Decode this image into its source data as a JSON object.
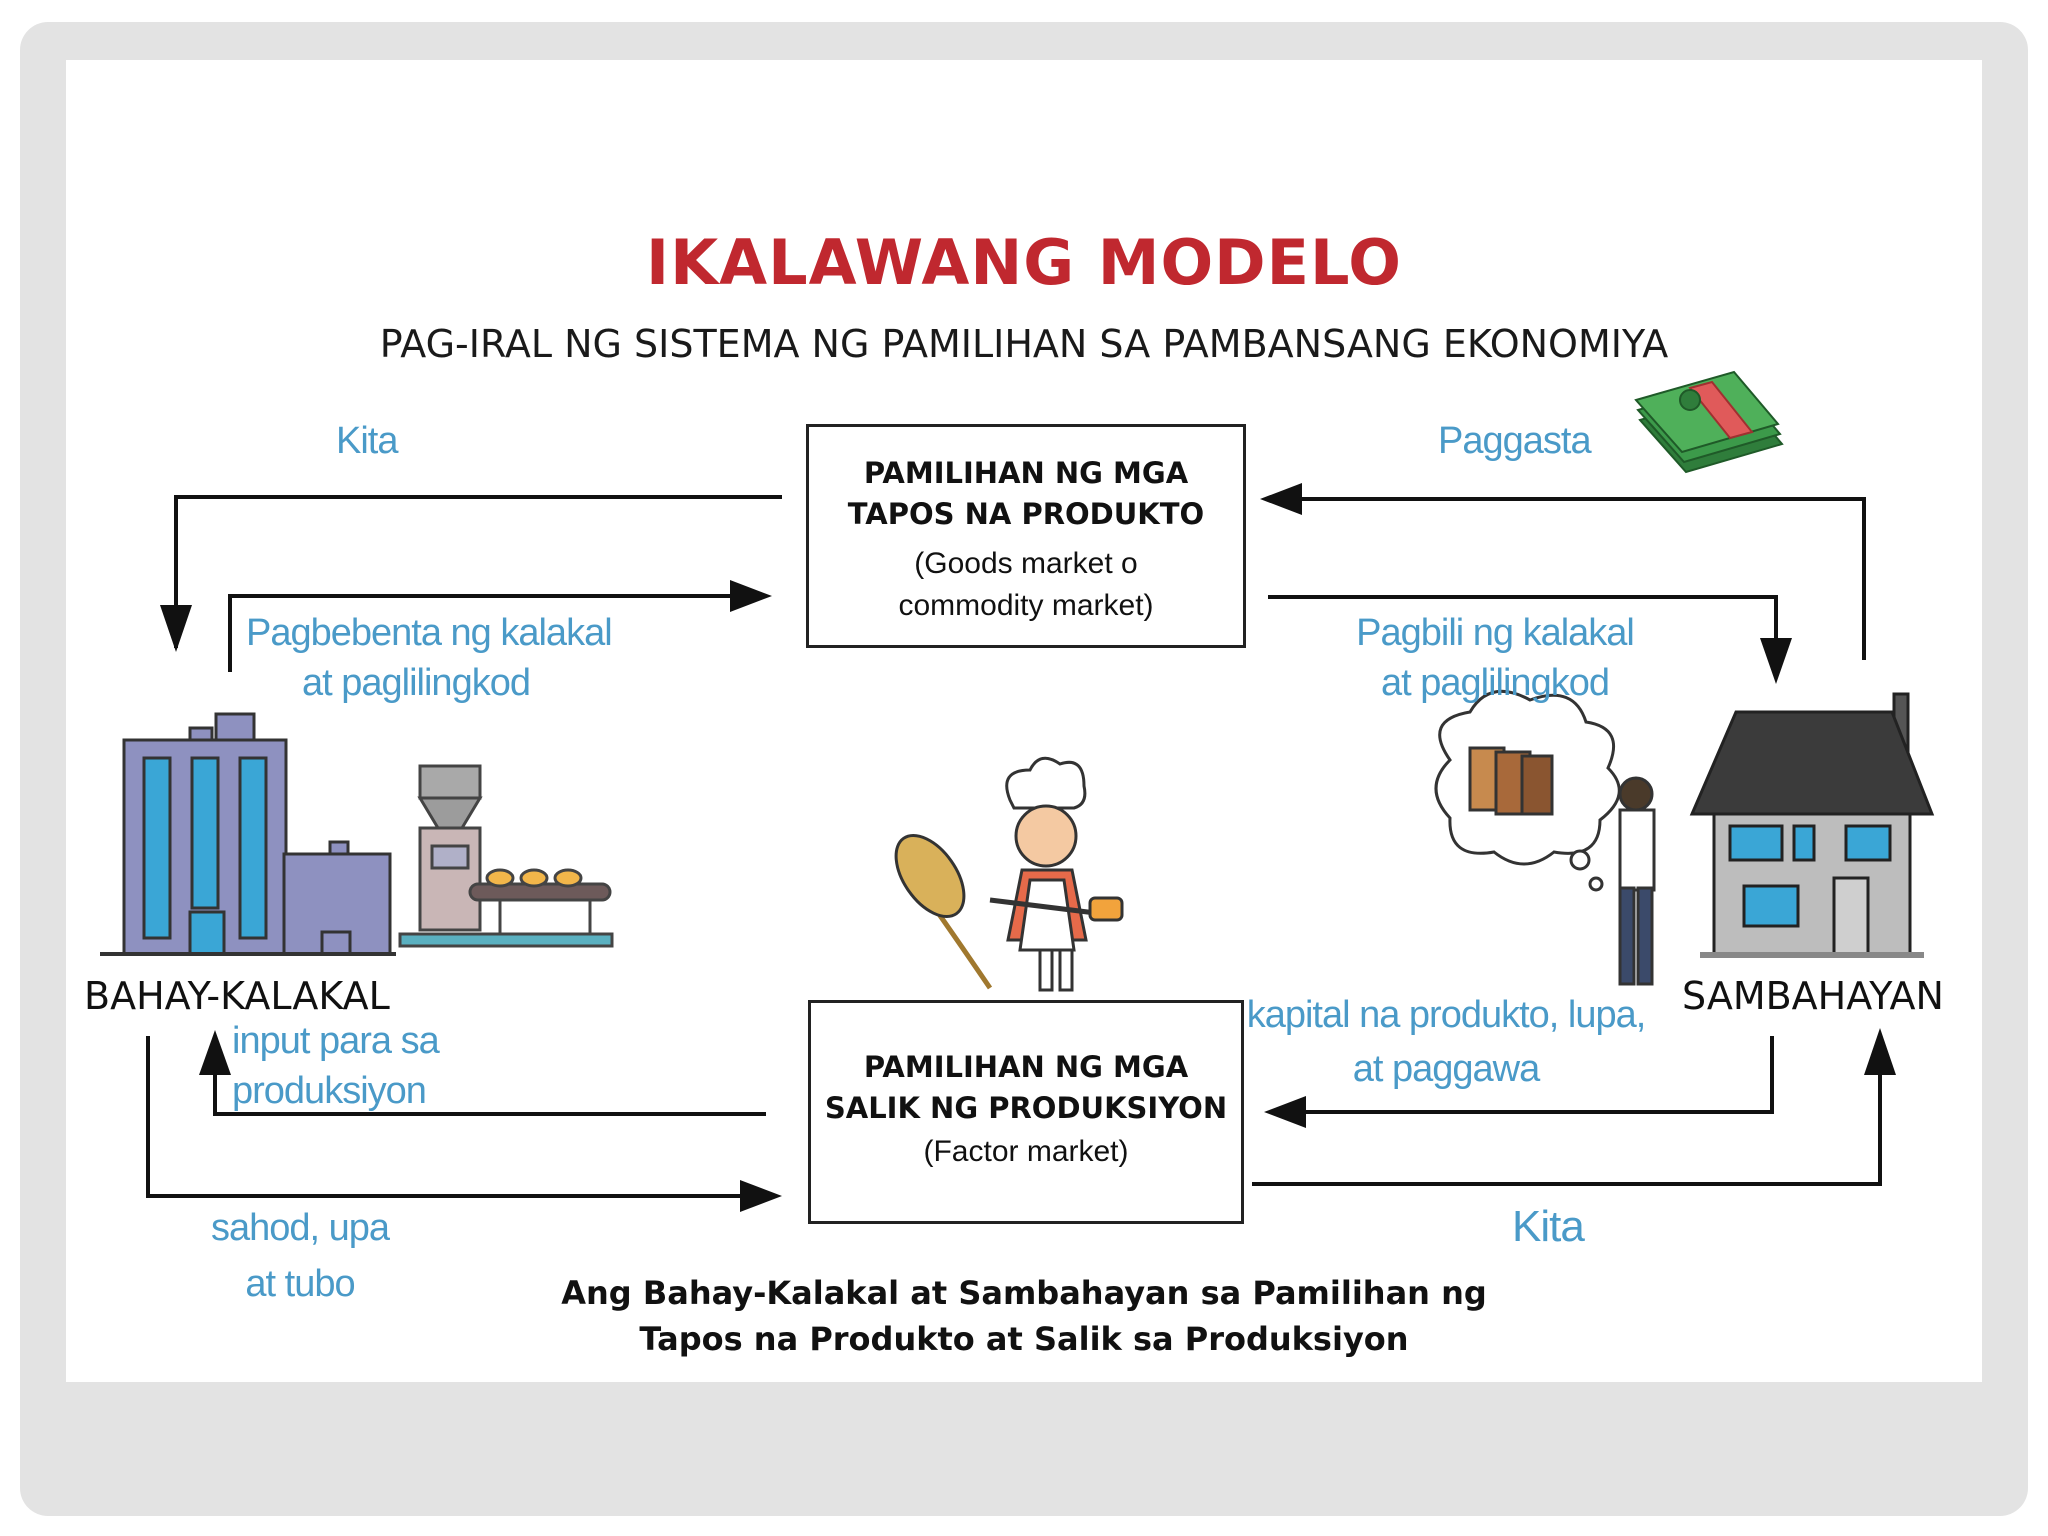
{
  "title": "IKALAWANG MODELO",
  "subtitle": "PAG-IRAL NG SISTEMA NG PAMILIHAN SA PAMBANSANG EKONOMIYA",
  "goods_market": {
    "title_line1": "PAMILIHAN NG MGA",
    "title_line2": "TAPOS NA PRODUKTO",
    "sub_line1": "(Goods market o",
    "sub_line2": "commodity market)"
  },
  "factor_market": {
    "title_line1": "PAMILIHAN NG MGA",
    "title_line2": "SALIK NG PRODUKSIYON",
    "sub_line1": "(Factor market)"
  },
  "business": {
    "label": "BAHAY-KALAKAL"
  },
  "household": {
    "label": "SAMBAHAYAN"
  },
  "flows": {
    "kita_top": "Kita",
    "paggasta": "Paggasta",
    "pagbebenta_line1": "Pagbebenta ng kalakal",
    "pagbebenta_line2": "at paglilingkod",
    "pagbili_line1": "Pagbili ng kalakal",
    "pagbili_line2": "at paglilingkod",
    "input_line1": "input para sa",
    "input_line2": "produksiyon",
    "kapital_line1": "kapital na produkto, lupa,",
    "kapital_line2": "at paggawa",
    "sahod_line1": "sahod, upa",
    "sahod_line2": "at tubo",
    "kita_bottom": "Kita"
  },
  "caption": {
    "line1": "Ang Bahay-Kalakal at Sambahayan sa Pamilihan ng",
    "line2": "Tapos na Produkto at Salik sa Produksiyon"
  },
  "colors": {
    "title": "#c0282f",
    "flow_label": "#4a9ac8",
    "building": "#8e91c0",
    "window": "#3aa6d6",
    "house_roof": "#3b3b3b",
    "house_wall": "#bdbdbd",
    "money": "#3c9a4a"
  }
}
